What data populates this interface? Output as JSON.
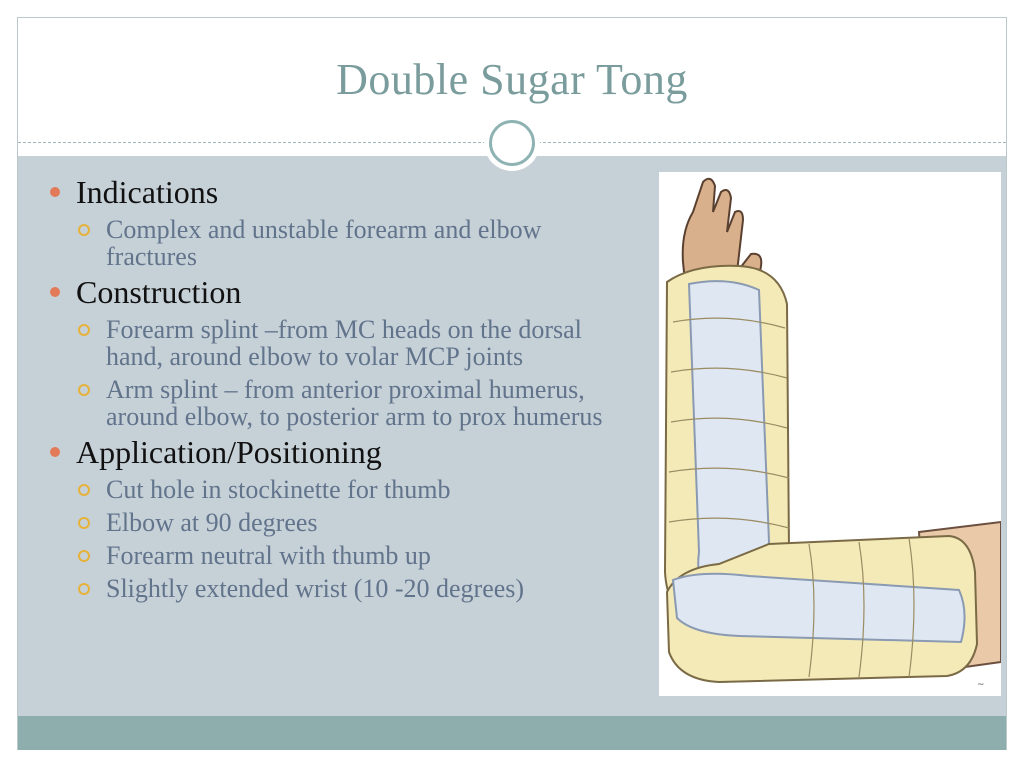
{
  "slide": {
    "title": "Double Sugar Tong",
    "accent_color": "#7a9c9c",
    "panel_color": "#c6d0d7",
    "bar_color": "#8eadad",
    "bullet_color": "#e27a5a",
    "sub_bullet_color": "#e6b23a"
  },
  "sections": [
    {
      "heading": "Indications",
      "items": [
        "Complex and unstable forearm and elbow fractures"
      ]
    },
    {
      "heading": "Construction",
      "items": [
        "Forearm splint –from MC heads on the dorsal hand, around elbow to volar MCP joints",
        "Arm splint – from anterior proximal humerus, around elbow, to posterior arm to prox humerus"
      ]
    },
    {
      "heading": "Application/Positioning",
      "items": [
        "Cut hole in stockinette for  thumb",
        "Elbow at 90 degrees",
        "Forearm neutral with thumb up",
        "Slightly extended wrist (10 -20 degrees)"
      ]
    }
  ]
}
